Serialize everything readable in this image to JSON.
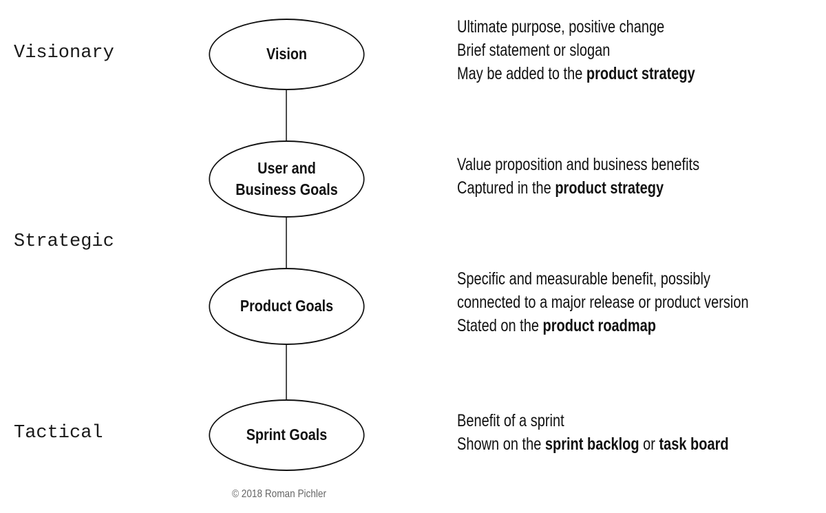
{
  "levels": {
    "visionary": "Visionary",
    "strategic": "Strategic",
    "tactical": "Tactical"
  },
  "nodes": {
    "vision": [
      "Vision"
    ],
    "user_business_goals": [
      "User and",
      "Business Goals"
    ],
    "product_goals": [
      "Product Goals"
    ],
    "sprint_goals": [
      "Sprint Goals"
    ]
  },
  "descriptions": {
    "vision": [
      {
        "text": "Ultimate purpose, positive change"
      },
      {
        "text": "Brief statement or slogan"
      },
      {
        "text": "May be added to the ",
        "bold": "product strategy",
        "tail": ""
      }
    ],
    "user_business_goals": [
      {
        "text": "Value proposition and business benefits"
      },
      {
        "text": "Captured in the ",
        "bold": "product strategy",
        "tail": ""
      }
    ],
    "product_goals": [
      {
        "text": "Specific and measurable benefit, possibly"
      },
      {
        "text": "connected to a major release or product version"
      },
      {
        "text": "Stated on the ",
        "bold": "product roadmap",
        "tail": ""
      }
    ],
    "sprint_goals": [
      {
        "text": "Benefit of a sprint"
      },
      {
        "text": "Shown on the ",
        "bold": "sprint backlog",
        "tail": " or ",
        "bold2": "task board"
      }
    ]
  },
  "copyright": "© 2018 Roman Pichler",
  "colors": {
    "stroke": "#111111",
    "text": "#111111",
    "copyright": "#666666"
  }
}
